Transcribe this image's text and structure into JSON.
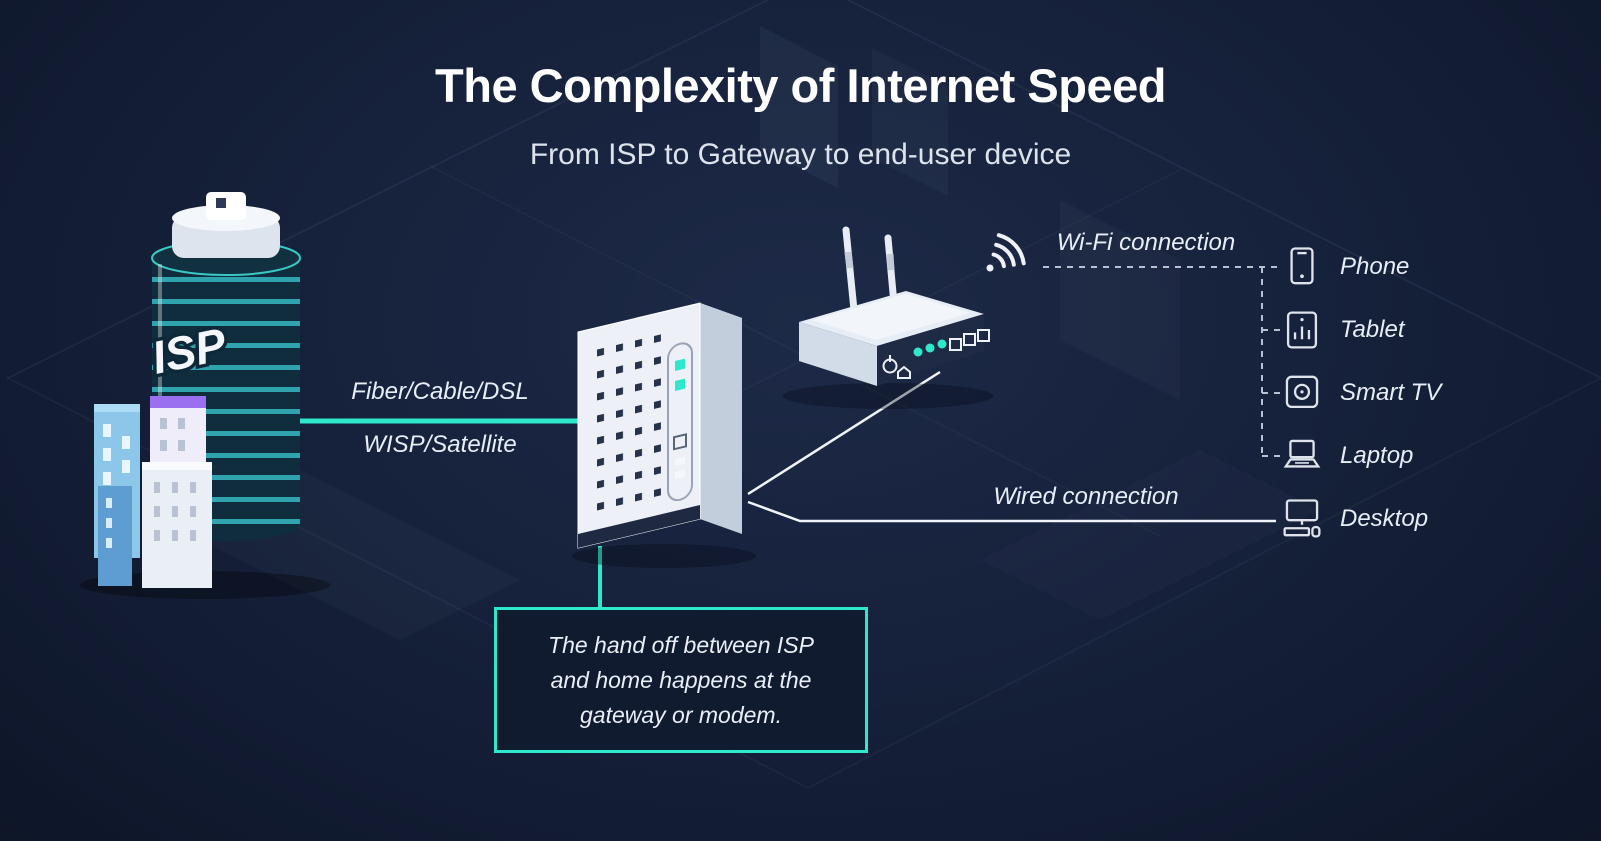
{
  "title": "The Complexity of Internet Speed",
  "subtitle": "From ISP to Gateway to end-user device",
  "isp": {
    "label": "ISP"
  },
  "connections": {
    "fiber": "Fiber/Cable/DSL",
    "wisp": "WISP/Satellite",
    "wifi": "Wi-Fi connection",
    "wired": "Wired connection"
  },
  "devices": [
    {
      "label": "Phone",
      "icon": "phone-icon"
    },
    {
      "label": "Tablet",
      "icon": "tablet-icon"
    },
    {
      "label": "Smart TV",
      "icon": "smart-tv-icon"
    },
    {
      "label": "Laptop",
      "icon": "laptop-icon"
    },
    {
      "label": "Desktop",
      "icon": "desktop-icon"
    }
  ],
  "callout": {
    "line1": "The hand off between ISP",
    "line2": "and home happens at the",
    "line3": "gateway or modem."
  },
  "colors": {
    "accent": "#2fe8cb",
    "background": "#16213b",
    "callout_bg": "rgba(17,27,48,0.92)",
    "line_white": "#f0f4fa"
  }
}
